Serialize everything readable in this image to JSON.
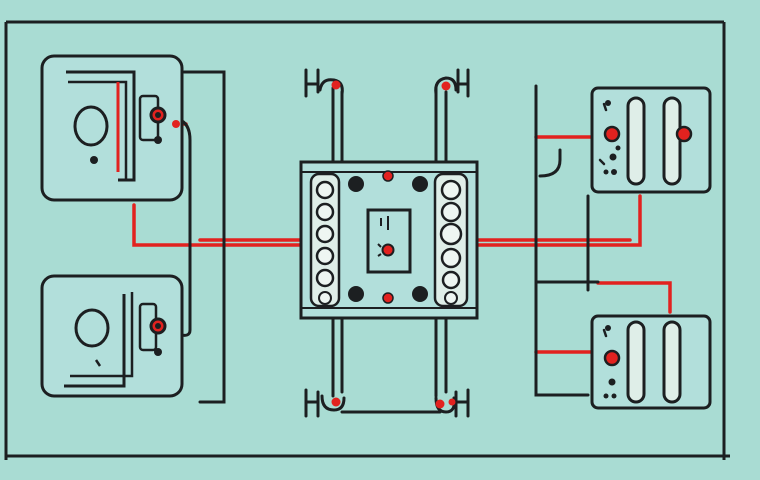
{
  "diagram": {
    "type": "wiring-schematic",
    "labels": [],
    "colors": {
      "background": "#a9dcd3",
      "line": "#1c1f21",
      "panel_fill": "#b2dfdb",
      "wire_red": "#e2221f",
      "fuse_fill": "#dfeee8"
    },
    "components": [
      {
        "name": "switch-box-top-left",
        "kind": "switch-box"
      },
      {
        "name": "switch-box-bottom-left",
        "kind": "switch-box"
      },
      {
        "name": "central-junction-box",
        "kind": "junction-box"
      },
      {
        "name": "fuse-holder-top-right",
        "kind": "fuse-holder"
      },
      {
        "name": "fuse-holder-bottom-right",
        "kind": "fuse-holder"
      }
    ]
  }
}
